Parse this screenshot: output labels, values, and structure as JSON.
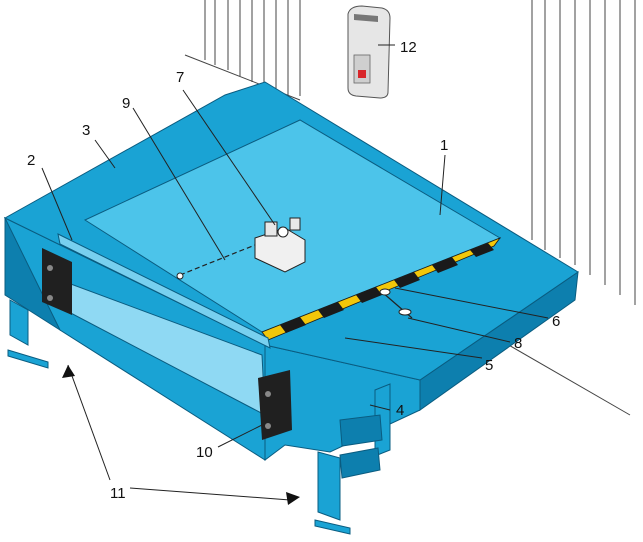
{
  "colors": {
    "platform": "#1aa3d4",
    "platform_top": "#4cc4ea",
    "platform_dark": "#0d7fae",
    "lip": "#78d0ef",
    "stripe_yellow": "#f2c70a",
    "stripe_black": "#1a1a1a",
    "bumper": "#202020",
    "pit_wall_lines": "#444444",
    "control_box": "#e6e6e6",
    "control_button": "#d8262a"
  },
  "callouts": {
    "n1": "1",
    "n2": "2",
    "n3": "3",
    "n4": "4",
    "n5": "5",
    "n6": "6",
    "n7": "7",
    "n8": "8",
    "n9": "9",
    "n10": "10",
    "n11": "11",
    "n12": "12"
  },
  "icons": {
    "control_panel": "control-panel-icon",
    "hydraulic_unit": "hydraulic-unit-icon",
    "bumper": "bumper-icon"
  }
}
